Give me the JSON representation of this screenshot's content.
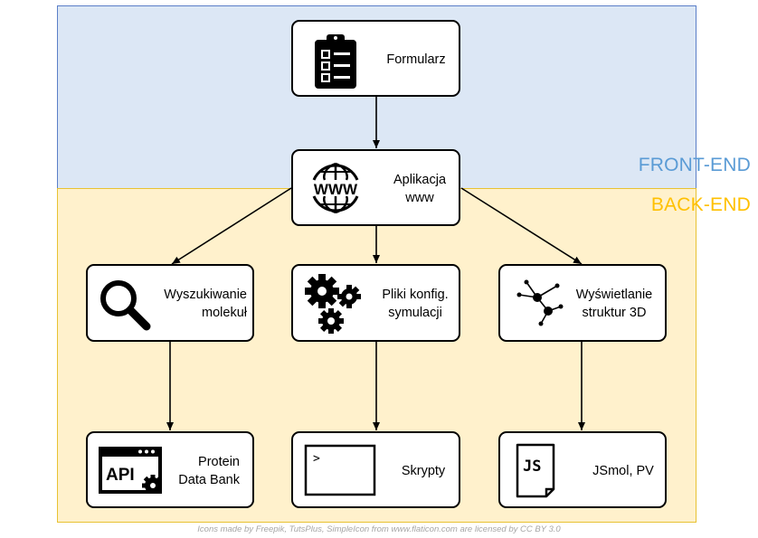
{
  "regions": {
    "front_end": "FRONT-END",
    "back_end": "BACK-END"
  },
  "nodes": {
    "formularz": {
      "label": "Formularz",
      "icon": "clipboard-checklist-icon"
    },
    "aplikacja": {
      "line1": "Aplikacja",
      "line2": "www",
      "icon": "www-globe-icon"
    },
    "wyszukiwanie": {
      "line1": "Wyszukiwanie",
      "line2": "molekuł",
      "icon": "magnifier-icon"
    },
    "pliki": {
      "line1": "Pliki konfig.",
      "line2": "symulacji",
      "icon": "gears-icon"
    },
    "wyswietlanie": {
      "line1": "Wyświetlanie",
      "line2": "struktur 3D",
      "icon": "molecule-icon"
    },
    "pdb": {
      "line1": "Protein",
      "line2": "Data Bank",
      "icon": "api-window-icon",
      "icon_text": "API"
    },
    "skrypty": {
      "label": "Skrypty",
      "icon": "terminal-icon",
      "icon_text": ">"
    },
    "jsmol": {
      "label": "JSmol, PV",
      "icon": "js-file-icon",
      "icon_text": "JS"
    }
  },
  "footer": "Icons made by Freepik, TutsPlus, SimpleIcon from www.flaticon.com are licensed by CC BY 3.0",
  "colors": {
    "front_bg": "#dce7f5",
    "front_text": "#5a9bd5",
    "back_bg": "#fff1cc",
    "back_text": "#ffc000"
  }
}
